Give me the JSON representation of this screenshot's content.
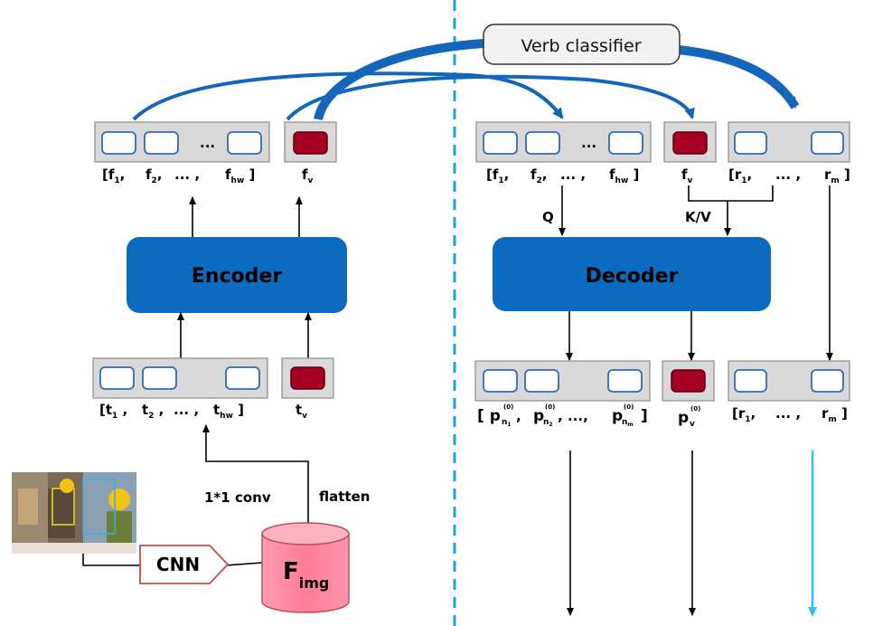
{
  "verb_classifier": "Verb classifier",
  "encoder": {
    "label": "Encoder"
  },
  "decoder": {
    "label": "Decoder"
  },
  "cnn_label": "CNN",
  "fimg": {
    "base": "F",
    "sub": "img"
  },
  "conv_label": "1*1 conv",
  "flatten_label": "flatten",
  "q_label": "Q",
  "kv_label": "K/V",
  "ellipsis_box": "...",
  "enc_features": {
    "open": "[f",
    "s1": "1",
    "f2": "f",
    "s2": "2",
    "dots": "... ,",
    "fhw": "f",
    "shw": "hw",
    "close": "]"
  },
  "enc_fv": {
    "base": "f",
    "sub": "v"
  },
  "tokens": {
    "open": "[t",
    "s1": "1",
    "sep": ",",
    "t2": "t",
    "s2": "2",
    "dots": "... ,",
    "thw": "t",
    "shw": "hw",
    "close": "]"
  },
  "tv": {
    "base": "t",
    "sub": "v"
  },
  "dec_features": {
    "open": "[f",
    "s1": "1",
    "f2": "f",
    "s2": "2",
    "dots": "... ,",
    "fhw": "f",
    "shw": "hw",
    "close": "]"
  },
  "dec_fv": {
    "base": "f",
    "sub": "v"
  },
  "roles_in": {
    "open": "[r",
    "s1": "1",
    "dots": "... ,",
    "r": "r",
    "sm": "m",
    "close": "]"
  },
  "preds": {
    "open": "[ p",
    "sup": "(0)",
    "n1": "n",
    "n1s": "1",
    "n2": "n",
    "n2s": "2",
    "dots": "...,",
    "nm": "n",
    "nms": "m",
    "close": "]"
  },
  "pv": {
    "base": "p",
    "sup": "(0)",
    "sub": "v"
  },
  "roles_out": {
    "open": "[r",
    "s1": "1",
    "dots": "... ,",
    "r": "r",
    "sm": "m",
    "close": "]"
  },
  "colors": {
    "blue_block": "#0b6bc1",
    "dashed_divider": "#1fa0e0",
    "curve_arrow": "#1466bb",
    "red_token": "#a50021",
    "fimg_fill": "#ff8fa3",
    "cyan_arrow": "#29c4f0"
  }
}
